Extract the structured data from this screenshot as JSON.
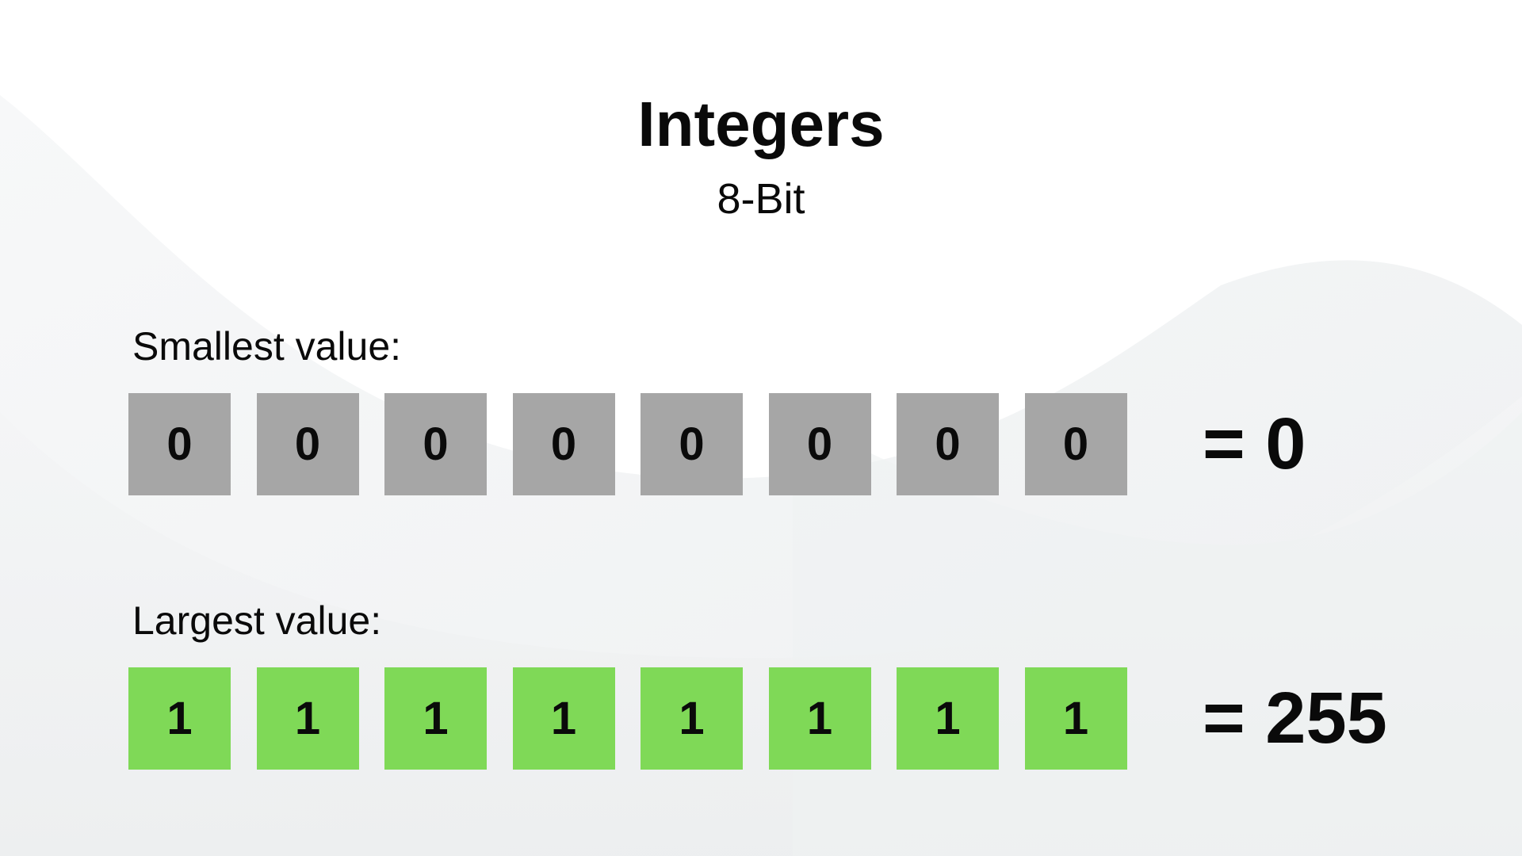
{
  "title": "Integers",
  "subtitle": "8-Bit",
  "colors": {
    "bit_off": "#a6a6a6",
    "bit_on": "#7fd957",
    "text": "#0a0a0a"
  },
  "rows": [
    {
      "label": "Smallest value:",
      "bits": [
        "0",
        "0",
        "0",
        "0",
        "0",
        "0",
        "0",
        "0"
      ],
      "result": "= 0",
      "state": "off"
    },
    {
      "label": "Largest value:",
      "bits": [
        "1",
        "1",
        "1",
        "1",
        "1",
        "1",
        "1",
        "1"
      ],
      "result": "= 255",
      "state": "on"
    }
  ]
}
